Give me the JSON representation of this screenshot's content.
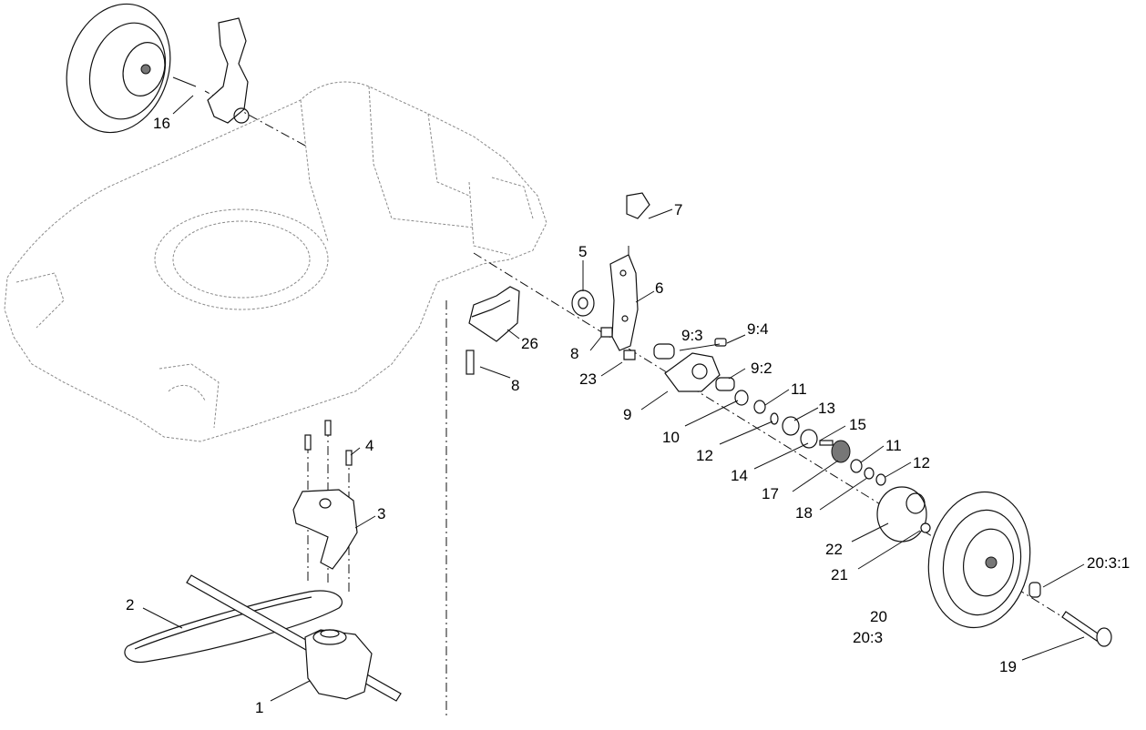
{
  "callouts": [
    {
      "id": "c1",
      "text": "1"
    },
    {
      "id": "c2",
      "text": "2"
    },
    {
      "id": "c3",
      "text": "3"
    },
    {
      "id": "c4",
      "text": "4"
    },
    {
      "id": "c5",
      "text": "5"
    },
    {
      "id": "c6",
      "text": "6"
    },
    {
      "id": "c7",
      "text": "7"
    },
    {
      "id": "c8a",
      "text": "8"
    },
    {
      "id": "c8b",
      "text": "8"
    },
    {
      "id": "c9",
      "text": "9"
    },
    {
      "id": "c9_2",
      "text": "9:2"
    },
    {
      "id": "c9_3",
      "text": "9:3"
    },
    {
      "id": "c9_4",
      "text": "9:4"
    },
    {
      "id": "c10",
      "text": "10"
    },
    {
      "id": "c11a",
      "text": "11"
    },
    {
      "id": "c11b",
      "text": "11"
    },
    {
      "id": "c12a",
      "text": "12"
    },
    {
      "id": "c12b",
      "text": "12"
    },
    {
      "id": "c13",
      "text": "13"
    },
    {
      "id": "c14",
      "text": "14"
    },
    {
      "id": "c15",
      "text": "15"
    },
    {
      "id": "c16",
      "text": "16"
    },
    {
      "id": "c17",
      "text": "17"
    },
    {
      "id": "c18",
      "text": "18"
    },
    {
      "id": "c19",
      "text": "19"
    },
    {
      "id": "c20",
      "text": "20"
    },
    {
      "id": "c20_3",
      "text": "20:3"
    },
    {
      "id": "c20_3_1",
      "text": "20:3:1"
    },
    {
      "id": "c21",
      "text": "21"
    },
    {
      "id": "c22",
      "text": "22"
    },
    {
      "id": "c23",
      "text": "23"
    },
    {
      "id": "c26",
      "text": "26"
    }
  ]
}
